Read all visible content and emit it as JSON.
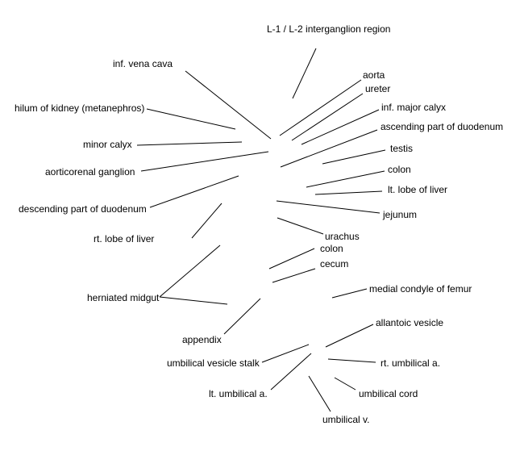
{
  "labels": [
    "L-1 / L-2 interganglion region",
    "inf. vena cava",
    "hilum of kidney (metanephros)",
    "minor calyx",
    "aorticorenal ganglion",
    "descending part of duodenum",
    "rt. lobe of liver",
    "herniated midgut",
    "appendix",
    "umbilical vesicle stalk",
    "lt. umbilical a.",
    "umbilical v.",
    "umbilical cord",
    "rt. umbilical a.",
    "allantoic vesicle",
    "medial condyle of femur",
    "cecum",
    "colon",
    "urachus",
    "jejunum",
    "lt. lobe of liver",
    "colon",
    "testis",
    "ascending part of duodenum",
    "inf. major calyx",
    "ureter",
    "aorta"
  ]
}
